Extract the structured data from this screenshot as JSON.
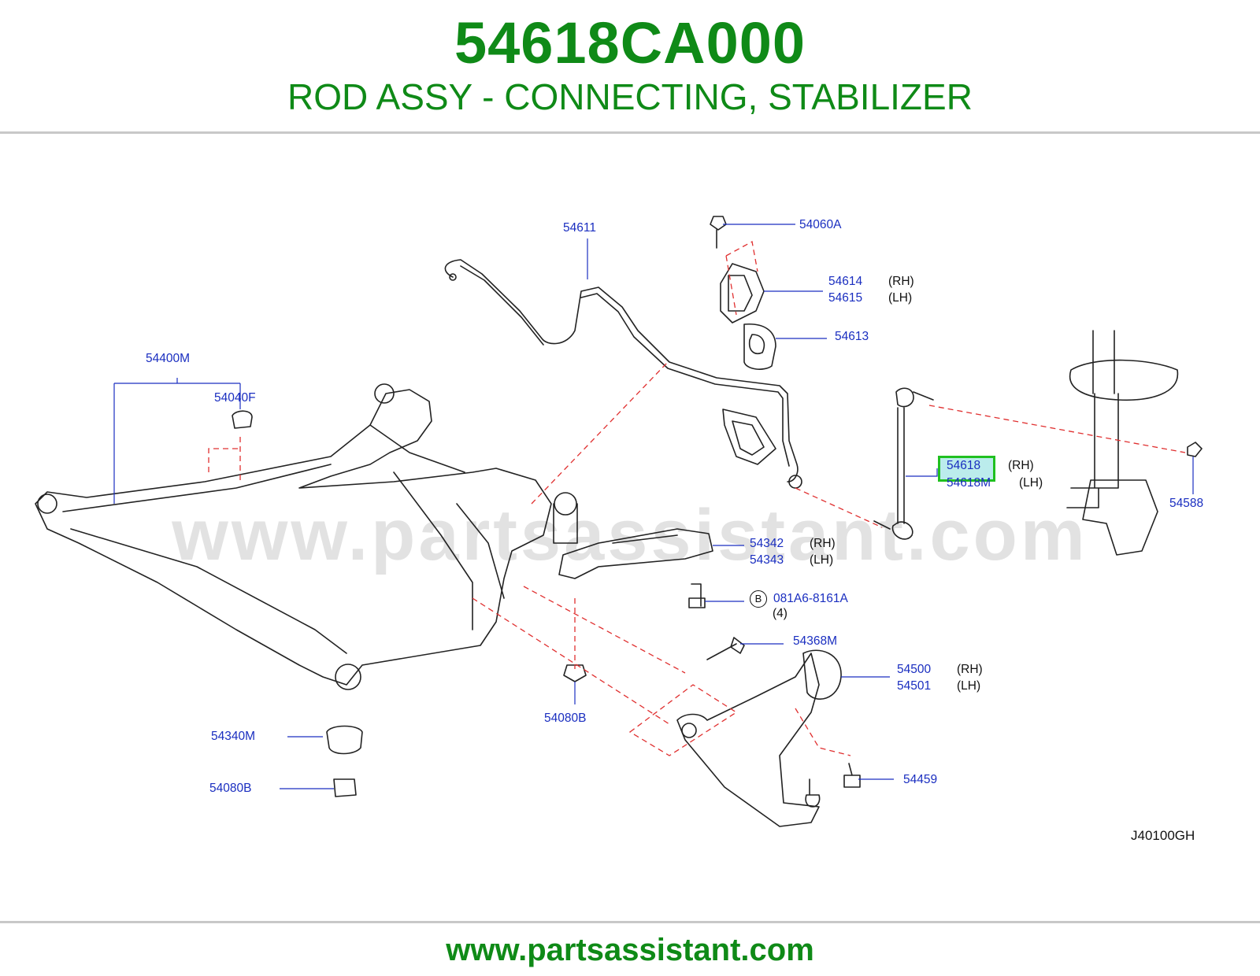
{
  "header": {
    "part_number": "54618CA000",
    "description": "ROD ASSY - CONNECTING, STABILIZER"
  },
  "footer": {
    "url": "www.partsassistant.com"
  },
  "watermark": "www.partsassistant.com",
  "diagram": {
    "reference_code": "J40100GH",
    "highlighted": "54618",
    "callouts": [
      {
        "id": "54611",
        "text": "54611"
      },
      {
        "id": "54060A",
        "text": "54060A"
      },
      {
        "id": "54614",
        "text": "54614",
        "side": "(RH)"
      },
      {
        "id": "54615",
        "text": "54615",
        "side": "(LH)"
      },
      {
        "id": "54613",
        "text": "54613"
      },
      {
        "id": "54400M",
        "text": "54400M"
      },
      {
        "id": "54040F",
        "text": "54040F"
      },
      {
        "id": "54618",
        "text": "54618",
        "side": "(RH)"
      },
      {
        "id": "54618M",
        "text": "54618M",
        "side": "(LH)"
      },
      {
        "id": "54588",
        "text": "54588"
      },
      {
        "id": "54342",
        "text": "54342",
        "side": "(RH)"
      },
      {
        "id": "54343",
        "text": "54343",
        "side": "(LH)"
      },
      {
        "id": "081A6",
        "text": "081A6-8161A",
        "marker": "B",
        "qty": "(4)"
      },
      {
        "id": "54368M",
        "text": "54368M"
      },
      {
        "id": "54500",
        "text": "54500",
        "side": "(RH)"
      },
      {
        "id": "54501",
        "text": "54501",
        "side": "(LH)"
      },
      {
        "id": "54080B_center",
        "text": "54080B"
      },
      {
        "id": "54340M",
        "text": "54340M"
      },
      {
        "id": "54080B_left",
        "text": "54080B"
      },
      {
        "id": "54459",
        "text": "54459"
      }
    ]
  },
  "colors": {
    "brand_green": "#0f8a17",
    "callout_blue": "#1a2ec0",
    "leader_red": "#e03030",
    "highlight_green": "#20c020"
  }
}
